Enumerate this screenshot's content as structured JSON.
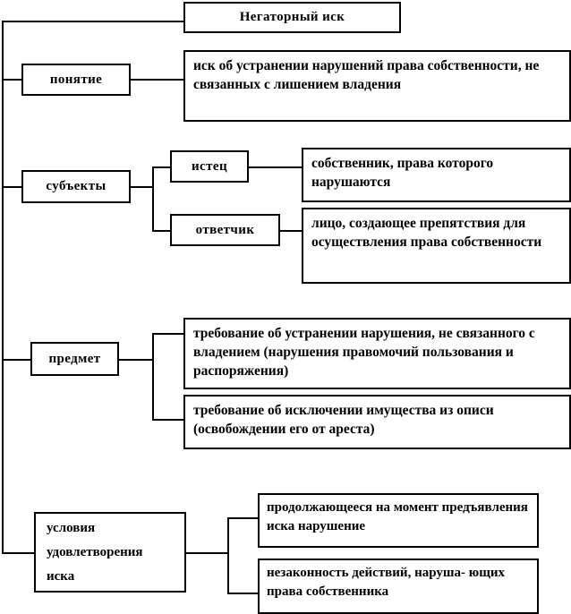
{
  "diagram": {
    "title": "Негаторный иск",
    "root_label": "Негаторный иск",
    "branches": [
      {
        "key": "ponyatie",
        "label": "понятие",
        "content": "иск об устранении нарушений права собственности, не связанных с лишением владения"
      },
      {
        "key": "subyekty",
        "label": "субъекты",
        "children": [
          {
            "key": "istets",
            "label": "истец",
            "content": "собственник, права которого нарушаются"
          },
          {
            "key": "otvetchik",
            "label": "ответчик",
            "content": "лицо, создающее препятствия для осуществления права собственности"
          }
        ]
      },
      {
        "key": "predmet",
        "label": "предмет",
        "items": [
          "требование об устранении нарушения, не связанного с владением (нарушения правомочий пользования и распоряжения)",
          "требование об исключении имущества из описи (освобождении его от ареста)"
        ]
      },
      {
        "key": "usloviya",
        "label_line1": "условия",
        "label_line2": "удовлетворения",
        "label_line3": "иска",
        "items": [
          "продолжающееся на момент предъявления иска нарушение",
          "незаконность действий, наруша- ющих права собственника"
        ]
      }
    ],
    "colors": {
      "stroke": "#000000",
      "background": "#ffffff",
      "text": "#000000"
    }
  }
}
